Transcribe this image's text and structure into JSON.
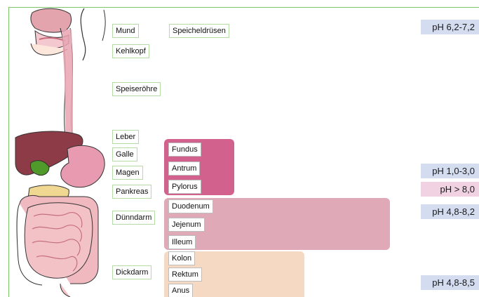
{
  "organs": {
    "mund": "Mund",
    "speicheldruesen": "Speicheldrüsen",
    "kehlkopf": "Kehlkopf",
    "speiseroehre": "Speiseröhre",
    "leber": "Leber",
    "galle": "Galle",
    "magen": "Magen",
    "pankreas": "Pankreas",
    "duenndarm": "Dünndarm",
    "dickdarm": "Dickdarm"
  },
  "stomach_parts": [
    "Fundus",
    "Antrum",
    "Pylorus"
  ],
  "small_intestine_parts": [
    "Duodenum",
    "Jejenum",
    "Illeum"
  ],
  "large_intestine_parts": [
    "Kolon",
    "Rektum",
    "Anus"
  ],
  "ph": {
    "mouth": "pH 6,2-7,2",
    "stomach": "pH 1,0-3,0",
    "pancreas": "pH > 8,0",
    "small_intestine": "pH 4,8-8,2",
    "large_intestine": "pH 4,8-8,5"
  },
  "colors": {
    "frame": "#7cc46a",
    "stomach_band": "#d3618e",
    "small_intestine_band": "#e0a9b8",
    "large_intestine_band": "#f6d9c3",
    "ph_blue": "#d4dcef",
    "ph_pink": "#f0d2e3"
  }
}
